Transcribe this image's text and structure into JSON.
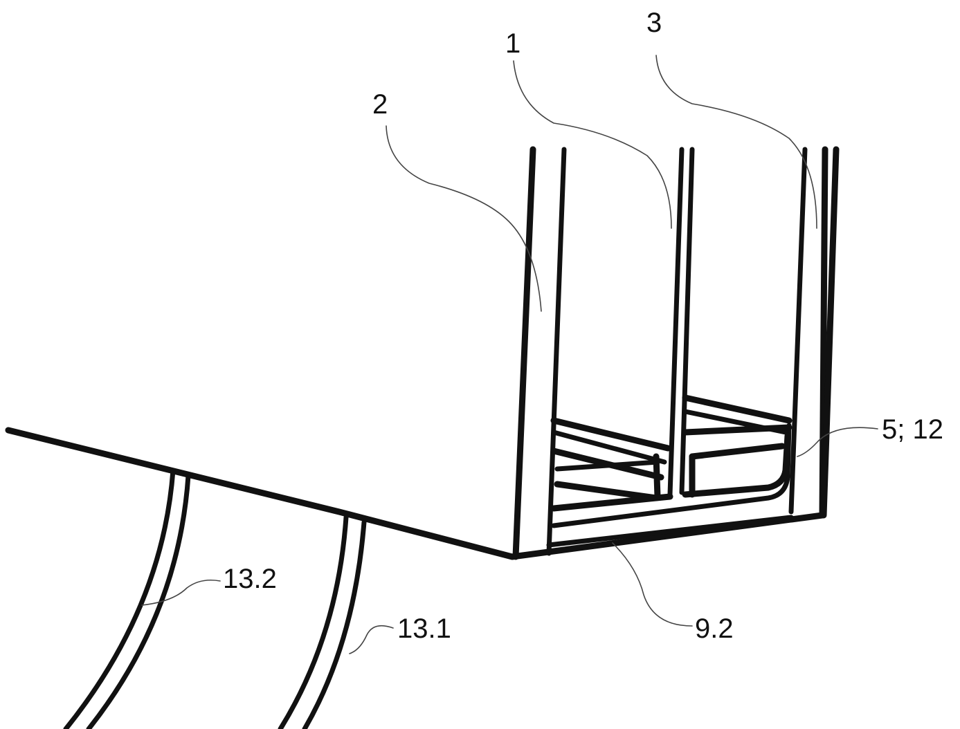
{
  "labels": {
    "l1": "1",
    "l2": "2",
    "l3": "3",
    "l512": "5; 12",
    "l92": "9.2",
    "l132": "13.2",
    "l131": "13.1"
  },
  "colors": {
    "line": "#111111",
    "background": "#ffffff"
  }
}
